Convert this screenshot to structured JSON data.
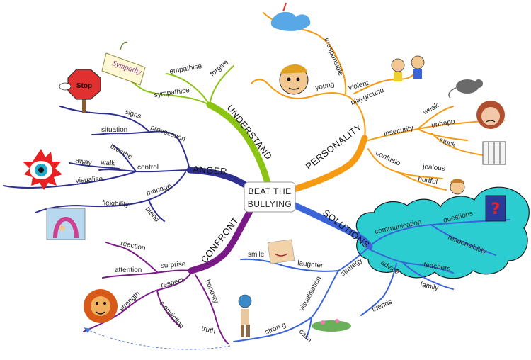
{
  "center": {
    "line1": "BEAT THE",
    "line2": "BULLYING"
  },
  "colors": {
    "understand": "#8cc414",
    "anger": "#2f2f8f",
    "personality": "#f59a12",
    "solutions": "#3a64d8",
    "confront": "#7a1a86",
    "cloud": "#2ccdd0"
  },
  "branches": {
    "understand": {
      "label": "UNDERSTAND",
      "sub": {
        "sympathise": "sympathise",
        "empathise": "empathise",
        "forgive": "forgive"
      },
      "image_text": "Sympathy"
    },
    "anger": {
      "label": "ANGER",
      "sub": {
        "provocation": "provocation",
        "signs": "signs",
        "situation": "situation",
        "control": "control",
        "breathe": "breathe",
        "walk": "walk",
        "away": "away",
        "visualise": "visualise",
        "manage": "manage",
        "flexibility": "flexibility",
        "blend": "blend"
      },
      "stop_sign": "Stop"
    },
    "personality": {
      "label": "PERSONALITY",
      "sub": {
        "playground": "playground",
        "young": "young",
        "violent": "violent",
        "irresponsible": "irresponsible",
        "insecurity": "insecurity",
        "weak": "weak",
        "unhapp": "unhapp",
        "stuck": "stuck",
        "confusio": "confusio",
        "jealous": "jealous",
        "hurtful": "hurtful"
      }
    },
    "solutions": {
      "label": "SOLUTIONS",
      "sub": {
        "communication": "communication",
        "questions": "questions",
        "responsibility": "responsibility",
        "strategy": "strategy",
        "laughter": "laughter",
        "smile": "smile",
        "visualisation": "visualisation",
        "strong": "stron g",
        "calm": "calm",
        "advice": "advice",
        "teachers": "teachers",
        "family": "family",
        "friends": "friends"
      }
    },
    "confront": {
      "label": "CONFRONT",
      "sub": {
        "surprise": "surprise",
        "reaction": "reaction",
        "attention": "attention",
        "respect": "respect",
        "strength": "strength",
        "conviction": "c onviction",
        "honesty": "honesty",
        "truth": "truth"
      }
    }
  }
}
